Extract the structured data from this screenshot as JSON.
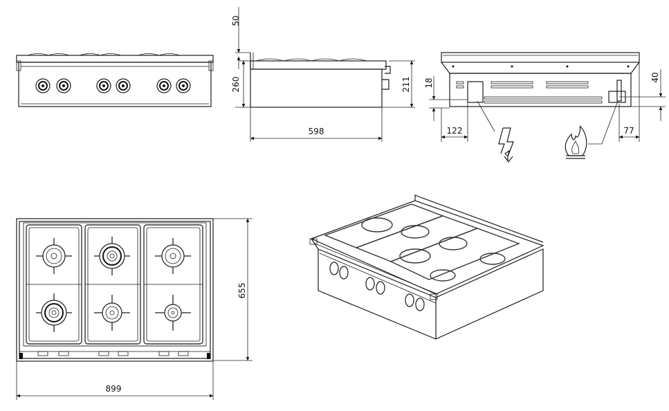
{
  "dimensions": {
    "side_top_gap": "50",
    "side_height": "260",
    "side_depth": "598",
    "side_body_height": "211",
    "rear_electric_height": "18",
    "rear_electric_offset": "122",
    "rear_gas_height": "40",
    "rear_gas_offset": "77",
    "top_width": "899",
    "top_depth": "655"
  },
  "icons": {
    "electric": "lightning-bolt-icon",
    "gas": "flame-icon"
  },
  "colors": {
    "line": "#1a1a1a",
    "background": "#ffffff"
  }
}
